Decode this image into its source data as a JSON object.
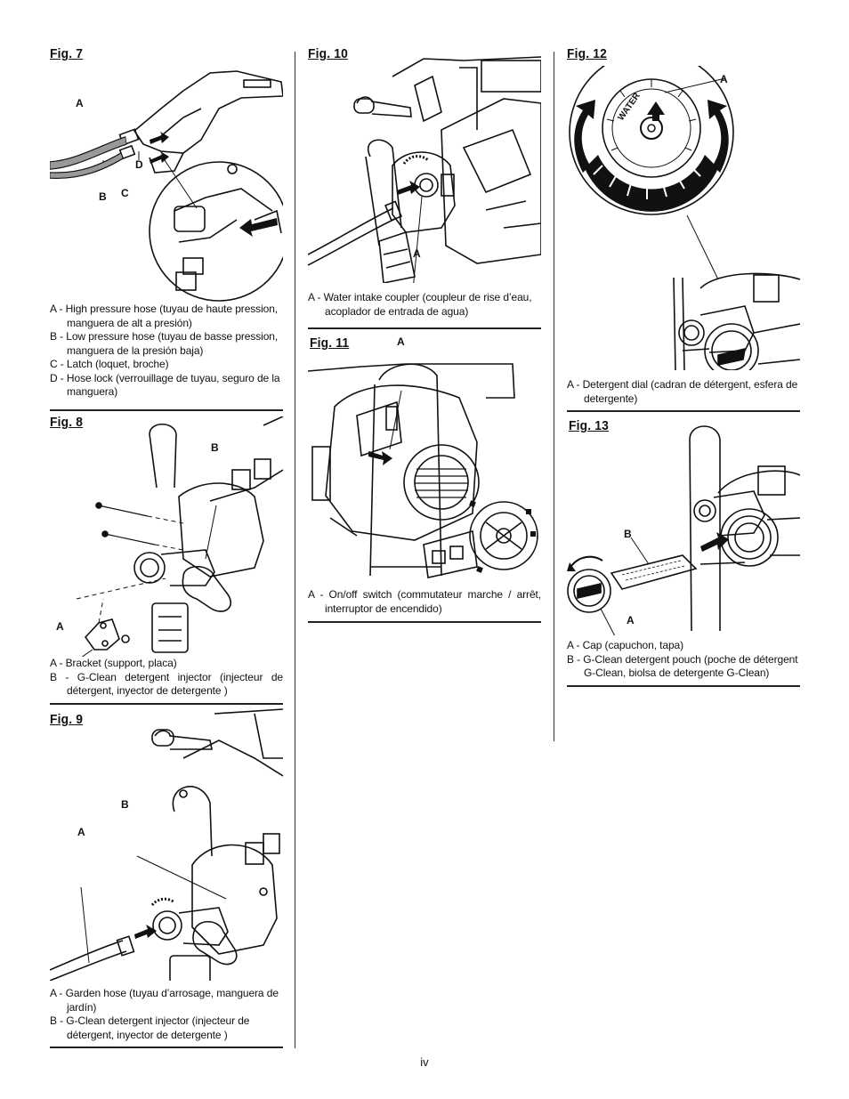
{
  "page": {
    "number": "iv"
  },
  "fig7": {
    "title": "Fig. 7",
    "callouts": {
      "a": "A",
      "b": "B",
      "c": "C",
      "d": "D"
    },
    "legend": [
      "A - High pressure hose (tuyau de haute pression, manguera de alt a presión)",
      "B - Low pressure hose (tuyau de basse pression, manguera de la presión baja)",
      "C - Latch (loquet, broche)",
      "D - Hose lock (verrouillage de tuyau, seguro de la manguera)"
    ]
  },
  "fig8": {
    "title": "Fig. 8",
    "callouts": {
      "a": "A",
      "b": "B"
    },
    "legend": [
      "A - Bracket (support, placa)",
      "B - G-Clean detergent injector (injecteur de détergent, inyector de detergente )"
    ]
  },
  "fig9": {
    "title": "Fig. 9",
    "callouts": {
      "a": "A",
      "b": "B"
    },
    "legend": [
      "A - Garden hose (tuyau d’arrosage, manguera de jardín)",
      "B - G-Clean detergent injector (injecteur de détergent, inyector de detergente )"
    ]
  },
  "fig10": {
    "title": "Fig. 10",
    "callouts": {
      "a": "A"
    },
    "legend": [
      "A - Water intake coupler (coupleur de rise d’eau, acoplador de entrada de agua)"
    ]
  },
  "fig11": {
    "title": "Fig. 11",
    "callouts": {
      "a": "A"
    },
    "legend": [
      "A - On/off switch (commutateur marche / arrêt, interruptor de encendido)"
    ]
  },
  "fig12": {
    "title": "Fig. 12",
    "callouts": {
      "a": "A"
    },
    "dial_text": {
      "water": "WATER"
    },
    "legend": [
      "A - Detergent dial (cadran de détergent, esfera de detergente)"
    ]
  },
  "fig13": {
    "title": "Fig. 13",
    "callouts": {
      "a": "A",
      "b": "B"
    },
    "legend": [
      "A - Cap (capuchon, tapa)",
      "B - G-Clean detergent pouch (poche de détergent G-Clean, biolsa de detergente G-Clean)"
    ]
  }
}
